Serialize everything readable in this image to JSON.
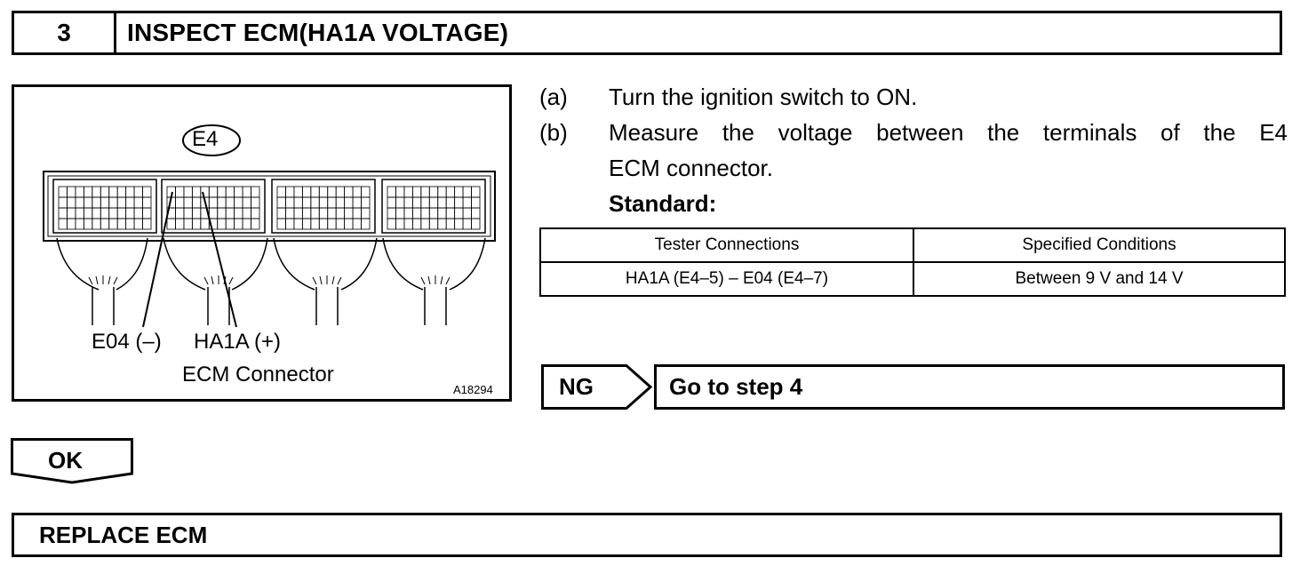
{
  "step": {
    "number": "3",
    "title": "INSPECT ECM(HA1A VOLTAGE)"
  },
  "figure": {
    "connector_id": "E4",
    "label_neg": "E04 (–)",
    "label_pos": "HA1A (+)",
    "caption": "ECM Connector",
    "code": "A18294"
  },
  "instructions": [
    {
      "marker": "(a)",
      "text": "Turn the ignition switch to ON."
    },
    {
      "marker": "(b)",
      "line1": "Measure the voltage between the terminals of the E4",
      "line2": "ECM connector."
    }
  ],
  "standard_label": "Standard:",
  "table": {
    "headers": [
      "Tester Connections",
      "Specified Conditions"
    ],
    "rows": [
      [
        "HA1A (E4–5) – E04 (E4–7)",
        "Between 9 V and 14 V"
      ]
    ]
  },
  "ng": {
    "label": "NG",
    "action": "Go to step 4"
  },
  "ok": {
    "label": "OK"
  },
  "replace": {
    "label": "REPLACE ECM"
  }
}
